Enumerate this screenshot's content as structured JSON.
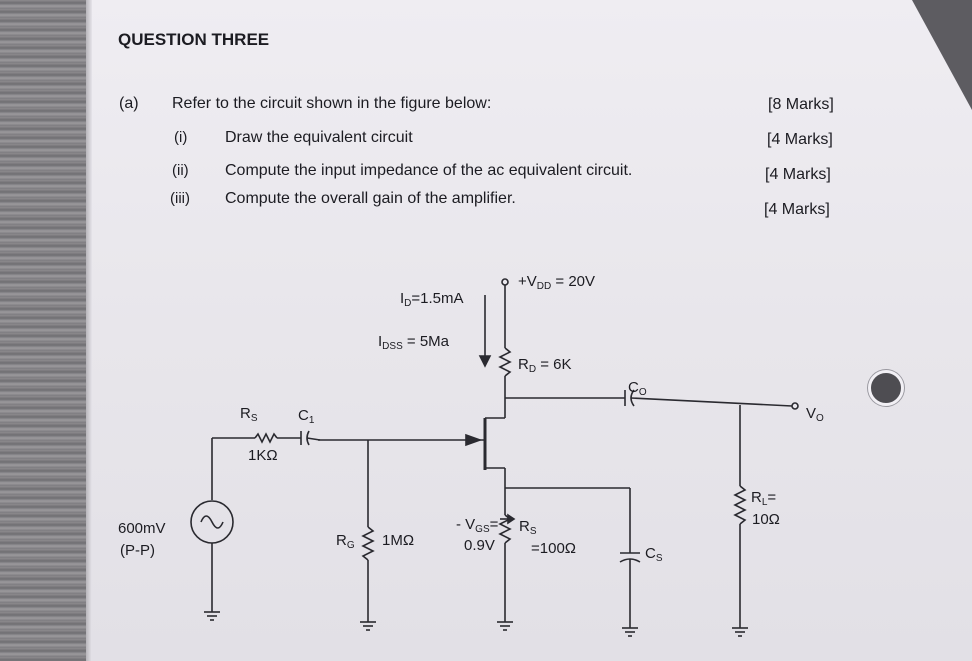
{
  "heading": "QUESTION THREE",
  "question": {
    "label": "(a)",
    "text": "Refer to the circuit shown in the figure below:",
    "marks": "[8 Marks]",
    "subparts": [
      {
        "num": "(i)",
        "text": "Draw the equivalent circuit",
        "marks": "[4 Marks]"
      },
      {
        "num": "(ii)",
        "text": "Compute the input impedance of the ac equivalent circuit.",
        "marks": "[4 Marks]"
      },
      {
        "num": "(iii)",
        "text": "Compute the overall gain of the amplifier.",
        "marks": "[4 Marks]"
      }
    ]
  },
  "circuit": {
    "vdd": "+V",
    "vdd_sub": "DD",
    "vdd_val": " = 20V",
    "id": "I",
    "id_sub": "D",
    "id_val": "=1.5mA",
    "idss": "I",
    "idss_sub": "DSS",
    "idss_val": " = 5Ma",
    "rd": "R",
    "rd_sub": "D",
    "rd_val": " = 6K",
    "co": "C",
    "co_sub": "O",
    "vo": "V",
    "vo_sub": "O",
    "rs_in": "R",
    "rs_in_sub": "S",
    "rs_in_val": "1KΩ",
    "c1": "C",
    "c1_sub": "1",
    "source_val": "600mV",
    "source_pp": "(P-P)",
    "rg": "R",
    "rg_sub": "G",
    "rg_val": "1MΩ",
    "vgs": "- V",
    "vgs_sub": "GS",
    "vgs_eq": "=",
    "vgs_val": "0.9V",
    "rs_src": "R",
    "rs_src_sub": "S",
    "rs_src_val": "=100Ω",
    "cs": "C",
    "cs_sub": "S",
    "rl": "R",
    "rl_sub": "L",
    "rl_eq": "=",
    "rl_val": "10Ω"
  },
  "colors": {
    "paper": "#eae8ee",
    "ink": "#1c1c22",
    "binding": "#7c7b7f"
  }
}
